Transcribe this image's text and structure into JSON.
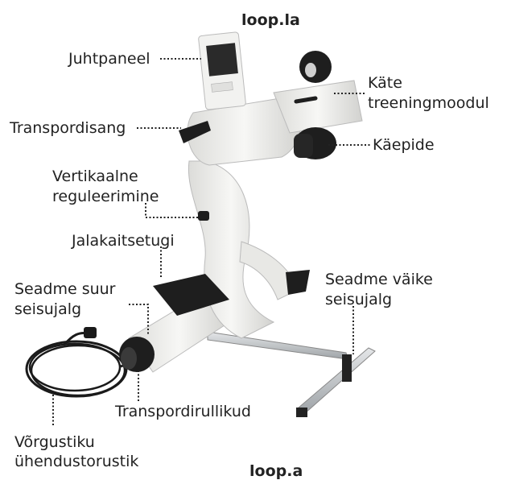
{
  "header": {
    "brand_top": "loop.la",
    "brand_bottom": "loop.a"
  },
  "labels": {
    "control_panel": "Juhtpaneel",
    "arm_module_line1": "Käte",
    "arm_module_line2": "treeningmoodul",
    "transport_handle": "Transpordisang",
    "hand_grip": "Käepide",
    "vertical_adjust_line1": "Vertikaalne",
    "vertical_adjust_line2": "reguleerimine",
    "foot_support": "Jalakaitsetugi",
    "large_foot_line1": "Seadme suur",
    "large_foot_line2": "seisujalg",
    "small_foot_line1": "Seadme väike",
    "small_foot_line2": "seisujalg",
    "transport_rollers": "Transpordirullikud",
    "power_cable_line1": "Võrgustiku",
    "power_cable_line2": "ühendustorustik"
  },
  "colors": {
    "device_body": "#eeeeec",
    "dark_parts": "#1e1e1e",
    "steel": "#b8bcbf"
  }
}
